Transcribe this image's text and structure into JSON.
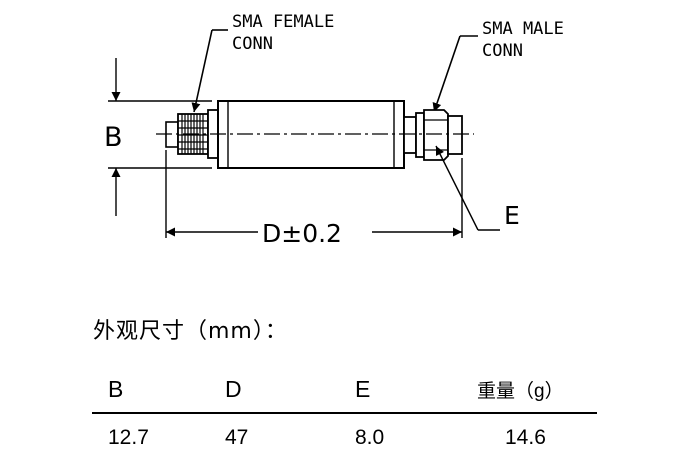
{
  "drawing": {
    "female_label_line1": "SMA FEMALE",
    "female_label_line2": "CONN",
    "male_label_line1": "SMA MALE",
    "male_label_line2": "CONN",
    "dim_b": "B",
    "dim_d": "D±0.2",
    "dim_e": "E"
  },
  "caption": "外观尺寸（mm）：",
  "table": {
    "headers": [
      "B",
      "D",
      "E",
      "重量（g）"
    ],
    "rows": [
      [
        "12.7",
        "47",
        "8.0",
        "14.6"
      ]
    ]
  }
}
